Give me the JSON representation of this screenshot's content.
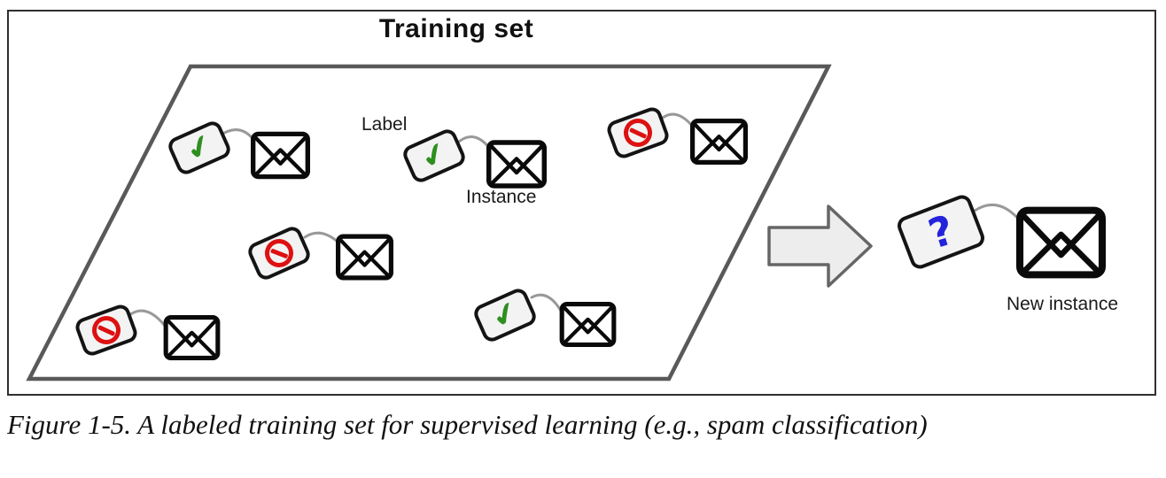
{
  "figure": {
    "title": "Training set",
    "annotations": {
      "label": "Label",
      "instance": "Instance",
      "new_instance": "New instance"
    },
    "caption": "Figure 1-5. A labeled training set for supervised learning (e.g., spam classification)",
    "icons": {
      "ham_symbol": "✔",
      "question_symbol": "?",
      "spam_symbol_name": "no-entry-sign",
      "instance_icon_name": "envelope-icon"
    },
    "training_pairs": [
      {
        "position": "top-left",
        "label": "ham"
      },
      {
        "position": "top-center",
        "label": "ham"
      },
      {
        "position": "top-right",
        "label": "spam"
      },
      {
        "position": "middle-left",
        "label": "spam"
      },
      {
        "position": "bottom-left",
        "label": "spam"
      },
      {
        "position": "bottom-center",
        "label": "ham"
      }
    ],
    "new_instance_label": "unknown",
    "colors": {
      "ham_green": "#2e8f1f",
      "spam_red": "#dd1111",
      "question_blue": "#2323dd",
      "set_outline_gray": "#595959",
      "connector_gray": "#999999",
      "arrow_fill": "#ededed",
      "arrow_stroke": "#666666",
      "tag_fill": "#f3f3f3",
      "envelope_black": "#0a0a0a"
    }
  }
}
